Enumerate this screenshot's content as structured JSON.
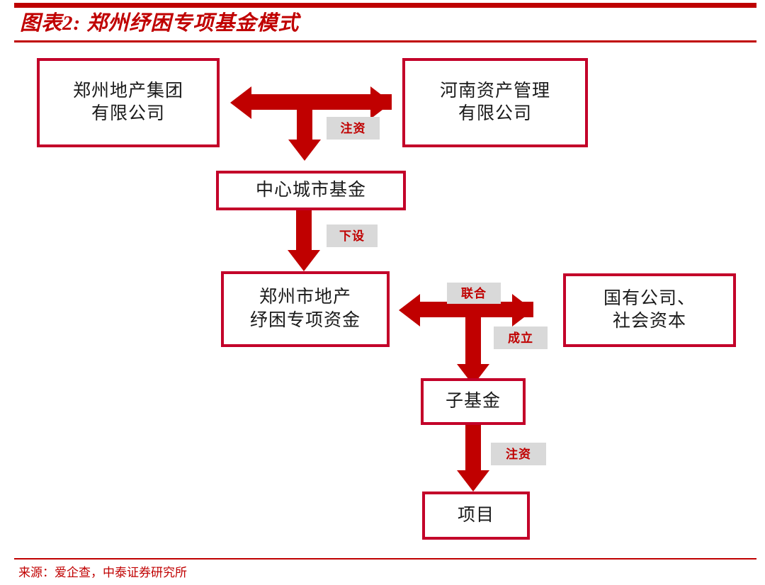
{
  "header": {
    "title": "图表2: 郑州纾困专项基金模式",
    "accent_color": "#C00000",
    "bar_color": "#BE0000"
  },
  "footer": {
    "source": "来源：爱企查，中泰证券研究所"
  },
  "diagram": {
    "box_border_color": "#C30029",
    "arrow_color": "#C00000",
    "label_bg_color": "#D9D9D9",
    "label_text_color": "#C00000",
    "nodes": [
      {
        "id": "zhengzhou-real-estate-group",
        "label": "郑州地产集团\n有限公司"
      },
      {
        "id": "henan-asset-management",
        "label": "河南资产管理\n有限公司"
      },
      {
        "id": "central-city-fund",
        "label": "中心城市基金"
      },
      {
        "id": "relief-special-fund",
        "label": "郑州市地产\n纾困专项资金"
      },
      {
        "id": "state-owned-social-capital",
        "label": "国有公司、\n社会资本"
      },
      {
        "id": "sub-fund",
        "label": "子基金"
      },
      {
        "id": "project",
        "label": "项目"
      }
    ],
    "edge_labels": [
      {
        "id": "capital-injection-top",
        "label": "注资"
      },
      {
        "id": "establish-subordinate",
        "label": "下设"
      },
      {
        "id": "joint",
        "label": "联合"
      },
      {
        "id": "found",
        "label": "成立"
      },
      {
        "id": "capital-injection-bottom",
        "label": "注资"
      }
    ]
  }
}
